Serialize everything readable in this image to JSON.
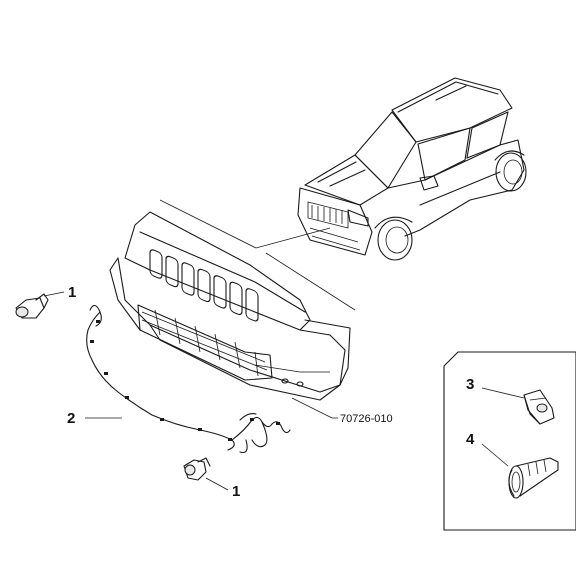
{
  "diagram": {
    "reference_code": "70726-010",
    "callouts": {
      "sensor_top": "1",
      "harness": "2",
      "clip": "3",
      "fastener": "4",
      "sensor_bottom": "1"
    }
  }
}
